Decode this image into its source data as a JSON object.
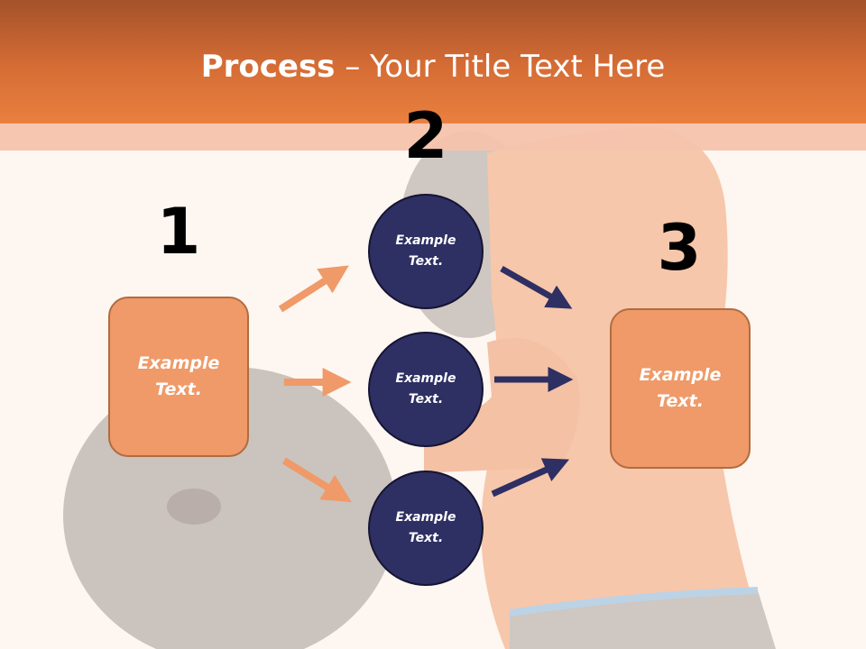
{
  "slide": {
    "title_bold": "Process",
    "title_rest": " – Your Title Text Here"
  },
  "steps": {
    "one": "1",
    "two": "2",
    "three": "3"
  },
  "source_box": {
    "label": "Example Text."
  },
  "target_box": {
    "label": "Example Text."
  },
  "middle_nodes": [
    {
      "label": "Example Text."
    },
    {
      "label": "Example Text."
    },
    {
      "label": "Example Text."
    }
  ],
  "colors": {
    "header": "#e9803f",
    "box_fill": "#ef9a68",
    "circle_fill": "#2e2f63",
    "orange_arrow": "#ef9a68",
    "navy_arrow": "#2e2f63"
  }
}
